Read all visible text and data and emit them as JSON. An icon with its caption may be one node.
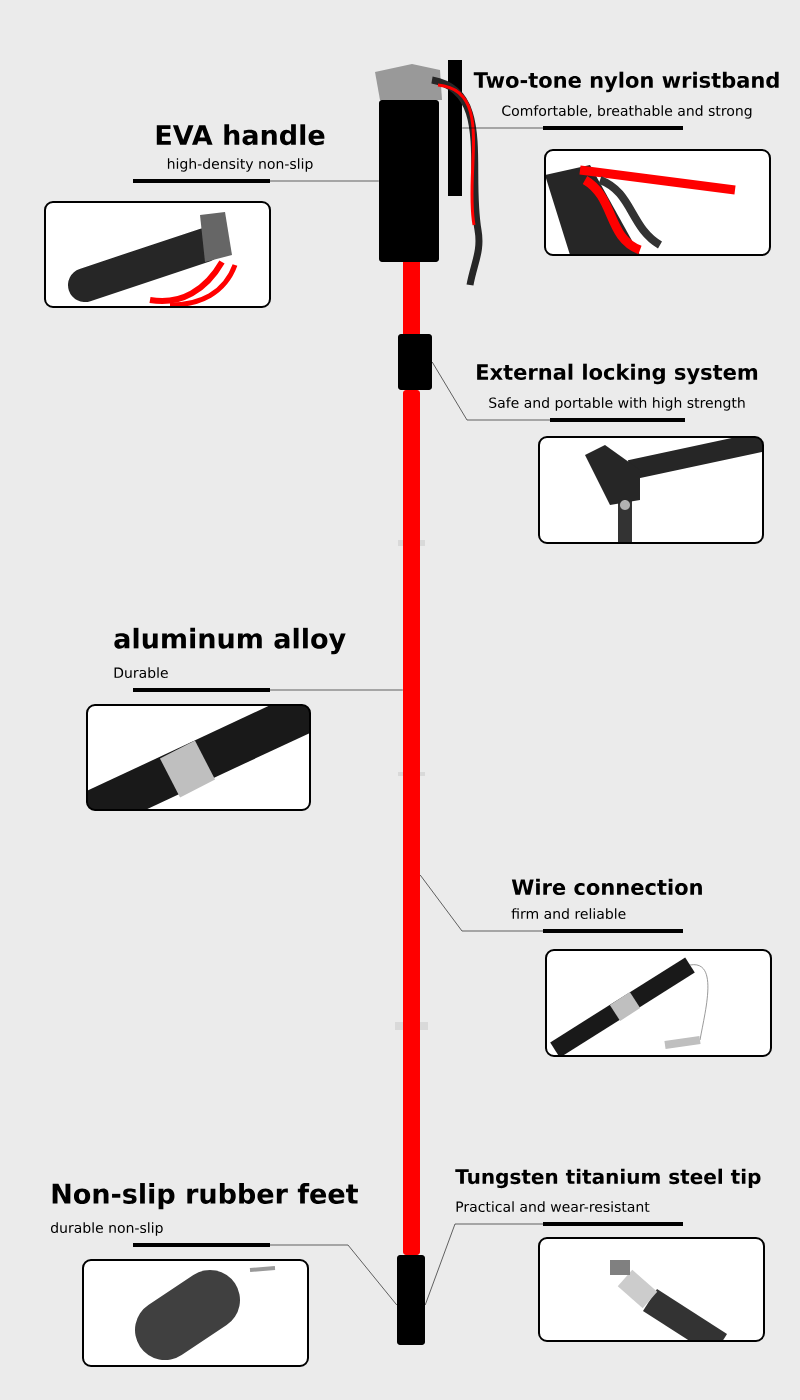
{
  "diagram": {
    "nodes": [
      {
        "text": [
          "EVA handle",
          "high-density non-slip"
        ]
      },
      {
        "text": [
          "Two-tone nylon wristband",
          "Comfortable, breathable and strong"
        ]
      },
      {
        "text": [
          "External locking system",
          "Safe and portable with high strength"
        ]
      },
      {
        "text": [
          "aluminum alloy",
          "Durable"
        ]
      },
      {
        "text": [
          "Wire connection",
          "firm and reliable"
        ]
      },
      {
        "text": [
          "Non-slip rubber feet",
          "durable non-slip"
        ]
      },
      {
        "text": [
          "Tungsten titanium steel tip",
          "Practical and wear-resistant"
        ]
      },
      {
        "text": [],
        "shape": "box"
      },
      {
        "text": [],
        "shape": "bar"
      },
      {
        "text": [],
        "shape": "box"
      },
      {
        "text": [],
        "shape": "box"
      },
      {
        "text": [],
        "shape": "box"
      }
    ],
    "edges": [
      {
        "from": 0,
        "to": 7,
        "arrow": "none"
      },
      {
        "from": 1,
        "to": 8,
        "arrow": "none"
      },
      {
        "from": 2,
        "to": 9,
        "arrow": "none"
      },
      {
        "from": 3,
        "to": 10,
        "arrow": "none"
      },
      {
        "from": 4,
        "to": 10,
        "arrow": "none"
      },
      {
        "from": 5,
        "to": 11,
        "arrow": "none"
      },
      {
        "from": 6,
        "to": 11,
        "arrow": "none"
      }
    ]
  }
}
